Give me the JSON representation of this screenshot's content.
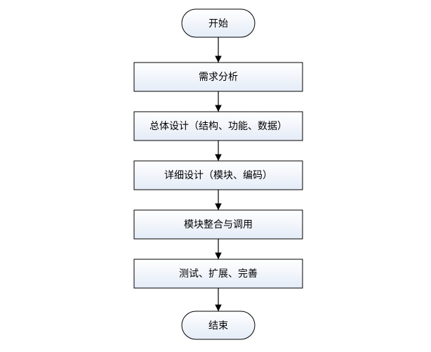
{
  "flowchart": {
    "start": "开始",
    "steps": [
      "需求分析",
      "总体设计（结构、功能、数据）",
      "详细设计（模块、编码）",
      "模块整合与调用",
      "测试、扩展、完善"
    ],
    "end": "结束"
  },
  "colors": {
    "box_fill_top": "#ffffff",
    "box_fill_bottom": "#e4ecf7",
    "stroke": "#000000",
    "text": "#000000"
  }
}
